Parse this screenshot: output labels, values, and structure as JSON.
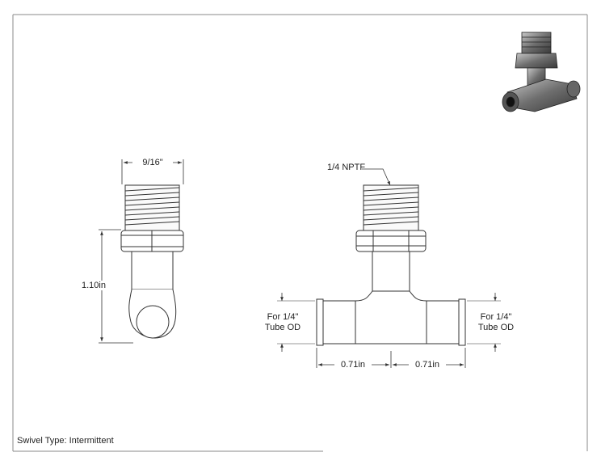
{
  "side_view": {
    "width_dim": "9/16\"",
    "height_dim": "1.10in"
  },
  "front_view": {
    "thread_callout": "1/4 NPTF",
    "left_port_line1": "For 1/4\"",
    "left_port_line2": "Tube OD",
    "right_port_line1": "For 1/4\"",
    "right_port_line2": "Tube OD",
    "left_length": "0.71in",
    "right_length": "0.71in"
  },
  "note": "Swivel Type: Intermittent",
  "colors": {
    "stroke": "#333333",
    "border": "#8a8a8a",
    "fill_light": "#f2f2f2"
  }
}
